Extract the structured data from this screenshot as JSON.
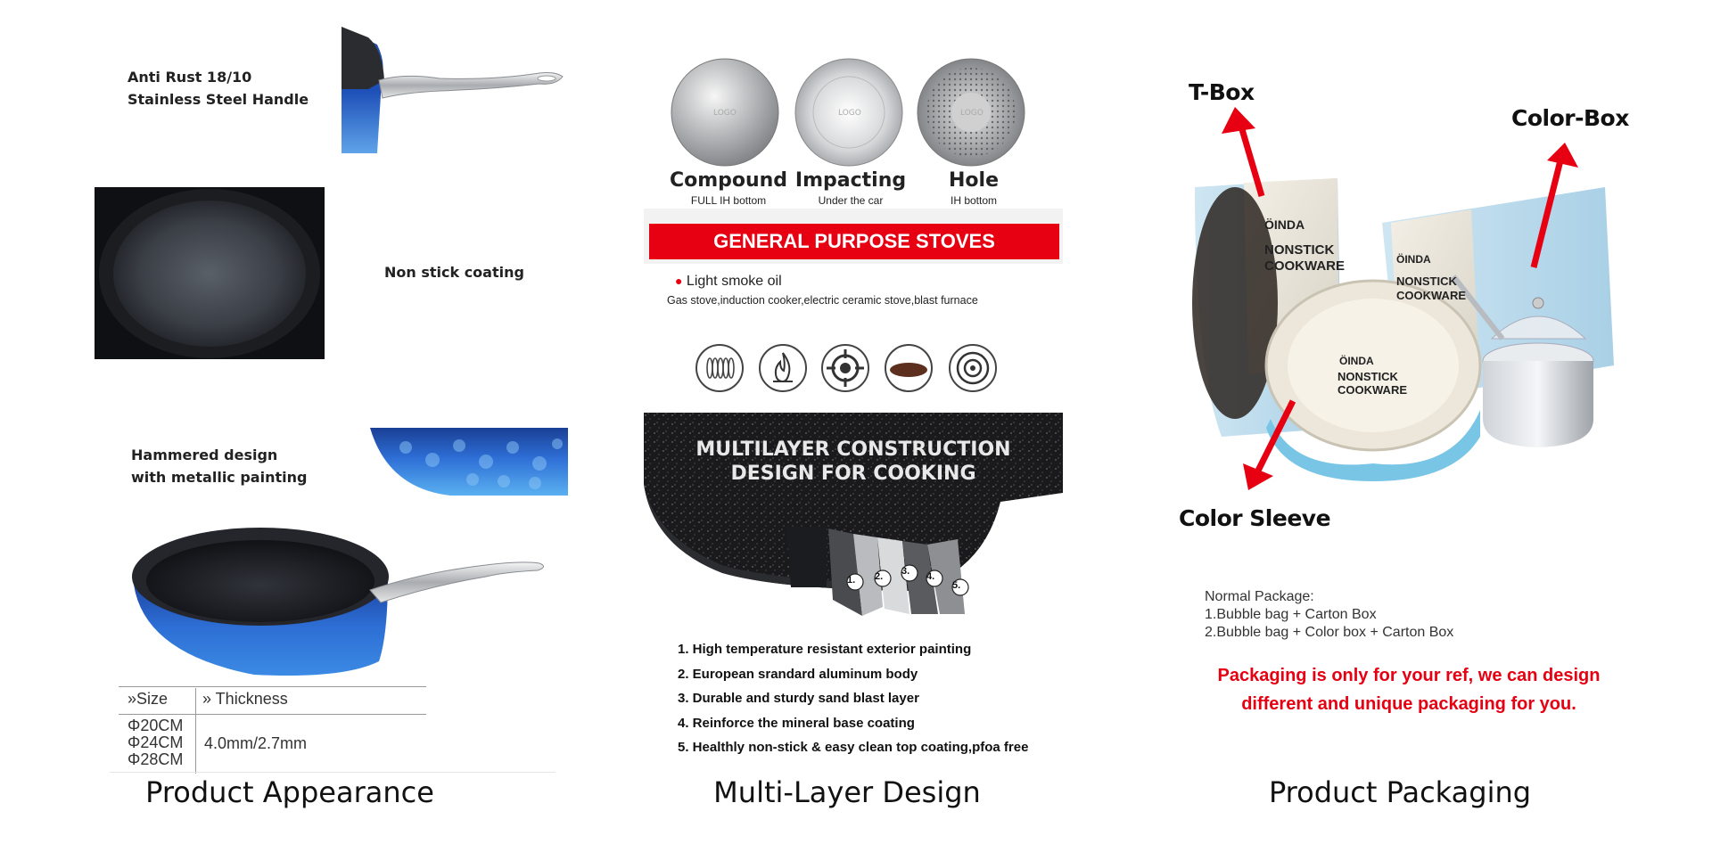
{
  "appearance": {
    "label_handle_line1": "Anti Rust 18/10",
    "label_handle_line2": "Stainless Steel Handle",
    "label_coating": "Non stick coating",
    "label_hammered_line1": "Hammered design",
    "label_hammered_line2": "with metallic painting",
    "table": {
      "header_size": "»Size",
      "header_thickness": "» Thickness",
      "sizes": [
        "Φ20CM",
        "Φ24CM",
        "Φ28CM"
      ],
      "thickness": "4.0mm/2.7mm"
    },
    "caption": "Product Appearance"
  },
  "multilayer": {
    "bottoms": [
      {
        "name": "Compound",
        "sub": "FULL IH bottom",
        "logo": "LOGO"
      },
      {
        "name": "Impacting",
        "sub": "Under the car",
        "logo": "LOGO"
      },
      {
        "name": "Hole",
        "sub": "IH bottom",
        "logo": "LOGO"
      }
    ],
    "banner": "GENERAL PURPOSE STOVES",
    "bullet": "Light smoke oil",
    "stoves_line": "Gas stove,induction cooker,electric ceramic stove,blast furnace",
    "stove_icons": [
      "coil-stove-icon",
      "gas-flame-icon",
      "gas-burner-icon",
      "ceramic-plate-icon",
      "induction-icon"
    ],
    "construction_title_line1": "MULTILAYER CONSTRUCTION",
    "construction_title_line2": "DESIGN FOR COOKING",
    "layer_numbers": [
      "1.",
      "2.",
      "3.",
      "4.",
      "5."
    ],
    "layers": [
      "1. High temperature resistant exterior painting",
      "2. European srandard aluminum body",
      "3. Durable and sturdy sand blast layer",
      "4. Reinforce the mineral base coating",
      "5. Healthly non-stick & easy clean top coating,pfoa free"
    ],
    "caption": "Multi-Layer Design"
  },
  "packaging": {
    "label_tbox": "T-Box",
    "label_colorbox": "Color-Box",
    "label_sleeve": "Color Sleeve",
    "brand": "ÖINDA",
    "box_text_line1": "NONSTICK",
    "box_text_line2": "COOKWARE",
    "sleeve_text_line1": "NONSTICK",
    "sleeve_text_line2": "COOKWARE",
    "normal_title": "Normal Package:",
    "normal_1": "1.Bubble bag + Carton Box",
    "normal_2": "2.Bubble bag + Color box + Carton Box",
    "note_line1": "Packaging is only for your ref, we can design",
    "note_line2": "different and unique packaging for you.",
    "caption": "Product Packaging"
  },
  "colors": {
    "accent_red": "#e60012",
    "pan_blue": "#1d4fb8",
    "pan_dark": "#1e2026"
  }
}
